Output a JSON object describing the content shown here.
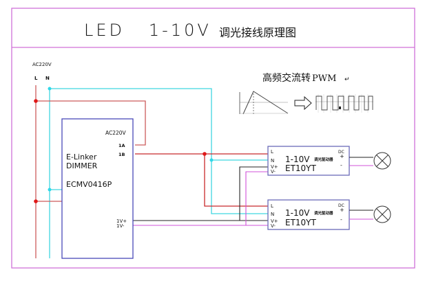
{
  "title": {
    "latin": "LED   1-10V",
    "chinese": "调光接线原理图"
  },
  "power": {
    "label": "AC220V",
    "line_label": "L",
    "neutral_label": "N"
  },
  "pwm": {
    "caption_cn": "高频交流转",
    "caption_latin": "PWM"
  },
  "dimmer": {
    "input_label": "AC220V",
    "terminal_1a": "1A",
    "terminal_1b": "1B",
    "brand": "E-Linker",
    "type": "DIMMER",
    "model": "ECMV0416P",
    "out_plus": "1V+",
    "out_minus": "1V-"
  },
  "drivers": [
    {
      "pins": [
        "L",
        "N",
        "V+",
        "V-"
      ],
      "title": "1-10V",
      "title_cn": "调光驱动器",
      "model": "ET10YT",
      "dc": "DC",
      "plus": "+",
      "minus": "-"
    },
    {
      "pins": [
        "L",
        "N",
        "V+",
        "V-"
      ],
      "title": "1-10V",
      "title_cn": "调光驱动器",
      "model": "ET10YT",
      "dc": "DC",
      "plus": "+",
      "minus": "-"
    }
  ],
  "colors": {
    "frame": "#d070d8",
    "line_L": "#c8282a",
    "line_L_light": "#cc5a5a",
    "line_N": "#3fd6e0",
    "control_plus": "#222222",
    "control_minus": "#d050d8",
    "box": "#4848b8",
    "driver_box": "#6a6ab8",
    "node_L": "#e01818",
    "node_N": "#30d8e8"
  }
}
